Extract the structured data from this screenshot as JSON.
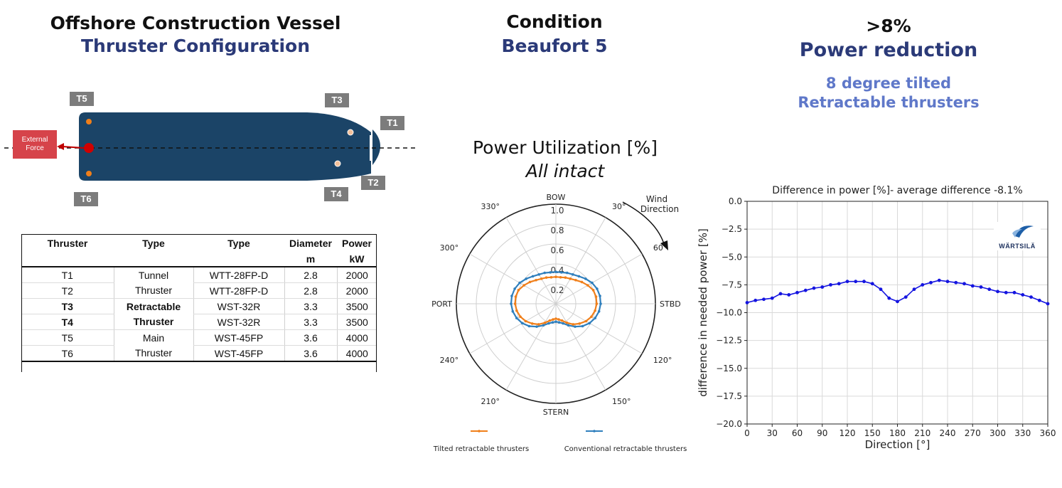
{
  "left": {
    "title": "Offshore Construction Vessel",
    "subtitle": "Thruster Configuration",
    "external_force": "External Force",
    "tags": [
      "T5",
      "T3",
      "T1",
      "T2",
      "T4",
      "T6"
    ],
    "table": {
      "headers": [
        "Thruster",
        "Type",
        "Type",
        "Diameter",
        "Power"
      ],
      "units": [
        "",
        "",
        "",
        "m",
        "kW"
      ],
      "rows": [
        {
          "thruster": "T1",
          "model": "WTT-28FP-D",
          "diameter": "2.8",
          "power": "2000"
        },
        {
          "thruster": "T2",
          "model": "WTT-28FP-D",
          "diameter": "2.8",
          "power": "2000"
        },
        {
          "thruster": "T3",
          "model": "WST-32R",
          "diameter": "3.3",
          "power": "3500"
        },
        {
          "thruster": "T4",
          "model": "WST-32R",
          "diameter": "3.3",
          "power": "3500"
        },
        {
          "thruster": "T5",
          "model": "WST-45FP",
          "diameter": "3.6",
          "power": "4000"
        },
        {
          "thruster": "T6",
          "model": "WST-45FP",
          "diameter": "3.6",
          "power": "4000"
        }
      ],
      "groups": [
        {
          "line1": "Tunnel",
          "line2": "Thruster"
        },
        {
          "line1": "Retractable",
          "line2": "Thruster"
        },
        {
          "line1": "Main",
          "line2": "Thruster"
        }
      ]
    }
  },
  "middle": {
    "title": "Condition",
    "subtitle": "Beaufort 5"
  },
  "right": {
    "title": ">8%",
    "subtitle": "Power reduction",
    "note_line1": "8 degree tilted",
    "note_line2": "Retractable thrusters",
    "logo_text": "WÄRTSILÄ"
  },
  "colors": {
    "vessel": "#1b4467",
    "orange": "#f07f1a",
    "blue_series": "#2f7fbd",
    "line_blue": "#1414e0",
    "force_red": "#d6434a",
    "heading_blue": "#2b3a78",
    "note_blue": "#5f78c9"
  },
  "chart_data": [
    {
      "type": "polar",
      "title": "Power Utilization [%]",
      "subtitle": "All intact",
      "direction_label": "Wind Direction",
      "angle_labels": [
        "BOW",
        "30°",
        "60°",
        "STBD",
        "120°",
        "150°",
        "STERN",
        "210°",
        "240°",
        "PORT",
        "300°",
        "330°"
      ],
      "radial_ticks": [
        "0.2",
        "0.4",
        "0.6",
        "0.8",
        "1.0"
      ],
      "rlim": [
        0,
        1.0
      ],
      "theta_deg": [
        0,
        10,
        20,
        30,
        40,
        50,
        60,
        70,
        80,
        90,
        100,
        110,
        120,
        130,
        140,
        150,
        160,
        170,
        180,
        190,
        200,
        210,
        220,
        230,
        240,
        250,
        260,
        270,
        280,
        290,
        300,
        310,
        320,
        330,
        340,
        350
      ],
      "series": [
        {
          "name": "Tilted retractable thrusters",
          "color": "#f07f1a",
          "values": [
            0.27,
            0.27,
            0.28,
            0.29,
            0.31,
            0.34,
            0.37,
            0.4,
            0.41,
            0.41,
            0.4,
            0.38,
            0.35,
            0.31,
            0.27,
            0.22,
            0.18,
            0.16,
            0.15,
            0.16,
            0.18,
            0.22,
            0.27,
            0.31,
            0.35,
            0.38,
            0.4,
            0.41,
            0.41,
            0.4,
            0.37,
            0.34,
            0.31,
            0.29,
            0.28,
            0.27
          ]
        },
        {
          "name": "Conventional retractable thrusters",
          "color": "#2f7fbd",
          "values": [
            0.32,
            0.32,
            0.33,
            0.34,
            0.36,
            0.39,
            0.42,
            0.44,
            0.45,
            0.45,
            0.44,
            0.42,
            0.39,
            0.35,
            0.3,
            0.25,
            0.21,
            0.19,
            0.18,
            0.19,
            0.21,
            0.25,
            0.3,
            0.35,
            0.39,
            0.42,
            0.44,
            0.45,
            0.45,
            0.44,
            0.42,
            0.39,
            0.36,
            0.34,
            0.33,
            0.32
          ]
        }
      ]
    },
    {
      "type": "line",
      "title": "Difference in power [%]- average difference -8.1%",
      "xlabel": "Direction [°]",
      "ylabel": "difference in needed power [%]",
      "xlim": [
        0,
        360
      ],
      "ylim": [
        -20,
        0
      ],
      "xticks": [
        0,
        30,
        60,
        90,
        120,
        150,
        180,
        210,
        240,
        270,
        300,
        330,
        360
      ],
      "yticks": [
        0,
        -2.5,
        -5,
        -7.5,
        -10,
        -12.5,
        -15,
        -17.5,
        -20
      ],
      "grid": true,
      "x": [
        0,
        10,
        20,
        30,
        40,
        50,
        60,
        70,
        80,
        90,
        100,
        110,
        120,
        130,
        140,
        150,
        160,
        170,
        180,
        190,
        200,
        210,
        220,
        230,
        240,
        250,
        260,
        270,
        280,
        290,
        300,
        310,
        320,
        330,
        340,
        350,
        360
      ],
      "series": [
        {
          "color": "#1414e0",
          "values": [
            -9.1,
            -8.9,
            -8.8,
            -8.7,
            -8.3,
            -8.4,
            -8.2,
            -8.0,
            -7.8,
            -7.7,
            -7.5,
            -7.4,
            -7.2,
            -7.2,
            -7.2,
            -7.4,
            -7.9,
            -8.7,
            -9.0,
            -8.6,
            -7.9,
            -7.5,
            -7.3,
            -7.1,
            -7.2,
            -7.3,
            -7.4,
            -7.6,
            -7.7,
            -7.9,
            -8.1,
            -8.2,
            -8.2,
            -8.4,
            -8.6,
            -8.9,
            -9.2
          ]
        }
      ]
    }
  ]
}
